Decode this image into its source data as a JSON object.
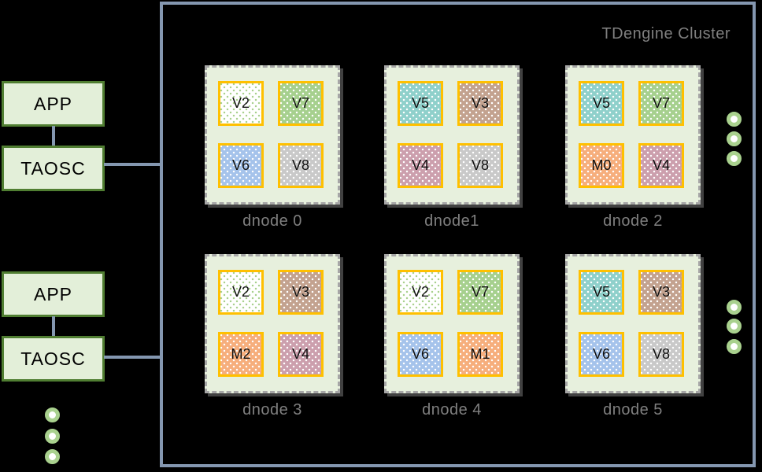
{
  "left_panel": {
    "groups": [
      {
        "app": "APP",
        "taosc": "TAOSC"
      },
      {
        "app": "APP",
        "taosc": "TAOSC"
      }
    ]
  },
  "cluster": {
    "title": "TDengine Cluster",
    "dnodes": [
      {
        "label": "dnode 0",
        "vnodes": [
          {
            "label": "V2",
            "bg": "#ffffff",
            "dot": "#a9d18e"
          },
          {
            "label": "V7",
            "bg": "#a6d08e",
            "dot": "#ffffff"
          },
          {
            "label": "V6",
            "bg": "#a5c3eb",
            "dot": "#ffffff"
          },
          {
            "label": "V8",
            "bg": "#c9c9c9",
            "dot": "#ffffff"
          }
        ]
      },
      {
        "label": "dnode1",
        "vnodes": [
          {
            "label": "V5",
            "bg": "#8fd0cb",
            "dot": "#ffffff"
          },
          {
            "label": "V3",
            "bg": "#c3a28f",
            "dot": "#ffffff"
          },
          {
            "label": "V4",
            "bg": "#cc9fad",
            "dot": "#ffffff"
          },
          {
            "label": "V8",
            "bg": "#c9c9c9",
            "dot": "#ffffff"
          }
        ]
      },
      {
        "label": "dnode 2",
        "vnodes": [
          {
            "label": "V5",
            "bg": "#8fd0cb",
            "dot": "#ffffff"
          },
          {
            "label": "V7",
            "bg": "#a6d08e",
            "dot": "#ffffff"
          },
          {
            "label": "M0",
            "bg": "#f6ae7c",
            "dot": "#ffffff"
          },
          {
            "label": "V4",
            "bg": "#cc9fad",
            "dot": "#ffffff"
          }
        ]
      },
      {
        "label": "dnode 3",
        "vnodes": [
          {
            "label": "V2",
            "bg": "#ffffff",
            "dot": "#a9d18e"
          },
          {
            "label": "V3",
            "bg": "#c3a28f",
            "dot": "#ffffff"
          },
          {
            "label": "M2",
            "bg": "#f6ae7c",
            "dot": "#ffffff"
          },
          {
            "label": "V4",
            "bg": "#cc9fad",
            "dot": "#ffffff"
          }
        ]
      },
      {
        "label": "dnode 4",
        "vnodes": [
          {
            "label": "V2",
            "bg": "#ffffff",
            "dot": "#a9d18e"
          },
          {
            "label": "V7",
            "bg": "#a6d08e",
            "dot": "#ffffff"
          },
          {
            "label": "V6",
            "bg": "#a5c3eb",
            "dot": "#ffffff"
          },
          {
            "label": "M1",
            "bg": "#f6ae7c",
            "dot": "#ffffff"
          }
        ]
      },
      {
        "label": "dnode 5",
        "vnodes": [
          {
            "label": "V5",
            "bg": "#8fd0cb",
            "dot": "#ffffff"
          },
          {
            "label": "V3",
            "bg": "#c3a28f",
            "dot": "#ffffff"
          },
          {
            "label": "V6",
            "bg": "#a5c3eb",
            "dot": "#ffffff"
          },
          {
            "label": "V8",
            "bg": "#c9c9c9",
            "dot": "#ffffff"
          }
        ]
      }
    ]
  },
  "colors": {
    "background": "#000000",
    "cluster_border": "#8497b0",
    "connector": "#8497b0",
    "app_box_fill": "#e3efd9",
    "app_box_border": "#507e32",
    "dnode_fill": "#e7f0dd",
    "dnode_border": "#a6a6a6",
    "vnode_border": "#ffc000",
    "label_gray": "#7f7f7f",
    "ellipsis_ring": "#a9d18e"
  }
}
